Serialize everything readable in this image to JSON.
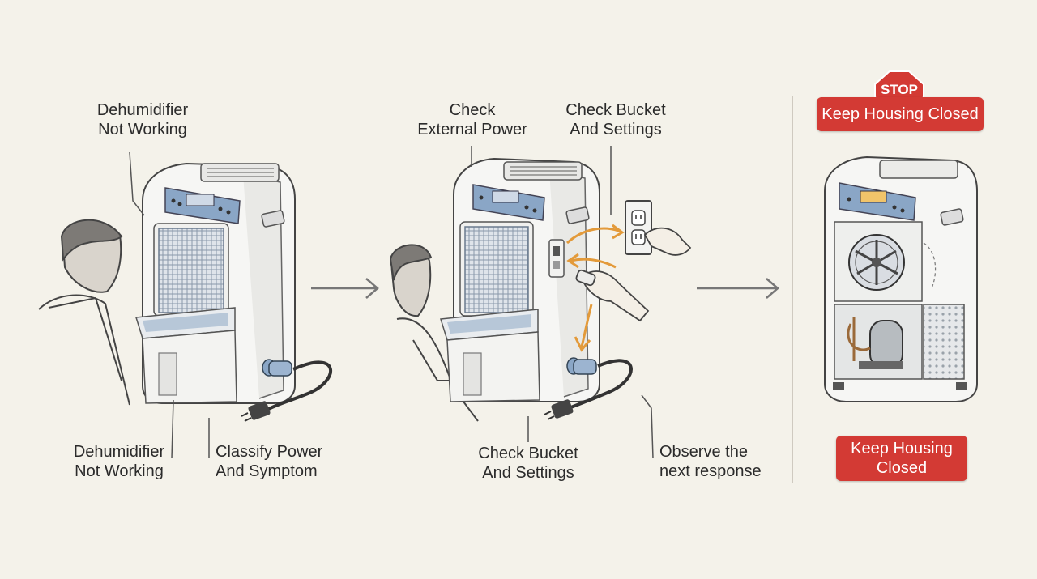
{
  "panel1": {
    "top_label": "Dehumidifier\nNot Working",
    "bottom_left_label": "Dehumidifier\nNot Working",
    "bottom_right_label": "Classify Power\nAnd Symptom"
  },
  "panel2": {
    "top_left_label": "Check\nExternal Power",
    "top_right_label": "Check Bucket\nAnd Settings",
    "bottom_left_label": "Check Bucket\nAnd Settings",
    "bottom_right_label": "Observe the\nnext response"
  },
  "panel3": {
    "stop_sign_text": "STOP",
    "top_banner": "Keep Housing Closed",
    "bottom_banner": "Keep Housing\nClosed"
  },
  "colors": {
    "background": "#f4f2ea",
    "warning_red": "#d33a34",
    "accent_orange": "#e39a3a",
    "control_blue": "#8aa6c6"
  },
  "icons": [
    "person-icon",
    "dehumidifier-icon",
    "power-plug-icon",
    "wall-outlet-icon",
    "hand-icon",
    "fan-icon",
    "compressor-icon",
    "arrow-right-icon",
    "stop-sign-icon"
  ]
}
